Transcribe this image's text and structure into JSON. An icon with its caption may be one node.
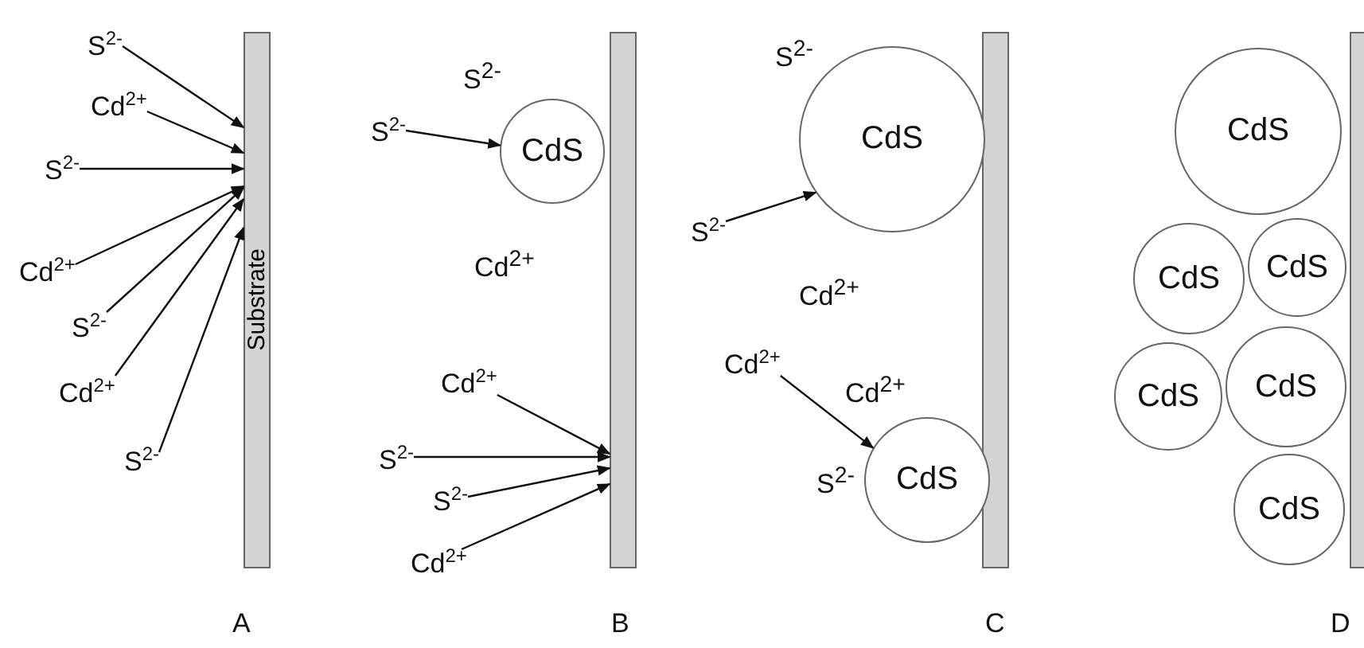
{
  "diagram": {
    "nodes": [
      {
        "text": [
          "Substrate"
        ]
      },
      {
        "text": [
          "S$^{2-}$"
        ]
      },
      {
        "text": [
          "Cd$^{2+}$"
        ]
      },
      {
        "text": [
          "S$^{2-}$"
        ]
      },
      {
        "text": [
          "Cd$^{2+}$"
        ]
      },
      {
        "text": [
          "S$^{2-}$"
        ]
      },
      {
        "text": [
          "Cd$^{2+}$"
        ]
      },
      {
        "text": [
          "S$^{2-}$"
        ]
      },
      {
        "text": [],
        "shape": "bar"
      },
      {
        "text": [
          "CdS"
        ]
      },
      {
        "text": [
          "S$^{2-}$"
        ]
      },
      {
        "text": [
          "Cd$^{2+}$"
        ]
      },
      {
        "text": [
          "S$^{2-}$"
        ]
      },
      {
        "text": [
          "S$^{2-}$"
        ]
      },
      {
        "text": [
          "Cd$^{2+}$"
        ]
      },
      {
        "text": [],
        "shape": "bar"
      },
      {
        "text": [
          "CdS"
        ]
      },
      {
        "text": [
          "S$^{2-}$"
        ]
      },
      {
        "text": [
          "Cd$^{2+}$"
        ]
      },
      {
        "text": [
          "CdS"
        ]
      },
      {
        "text": [],
        "shape": "bar"
      },
      {
        "text": [
          "CdS"
        ]
      },
      {
        "text": [
          "CdS"
        ]
      },
      {
        "text": [
          "CdS"
        ]
      },
      {
        "text": [
          "CdS"
        ]
      },
      {
        "text": [
          "CdS"
        ]
      },
      {
        "text": [
          "CdS"
        ]
      }
    ],
    "edges": [
      {
        "from": 1,
        "to": 0,
        "arrow": "to"
      },
      {
        "from": 2,
        "to": 0,
        "arrow": "to"
      },
      {
        "from": 3,
        "to": 0,
        "arrow": "to"
      },
      {
        "from": 4,
        "to": 0,
        "arrow": "to"
      },
      {
        "from": 5,
        "to": 0,
        "arrow": "to"
      },
      {
        "from": 6,
        "to": 0,
        "arrow": "to"
      },
      {
        "from": 7,
        "to": 0,
        "arrow": "to"
      },
      {
        "from": 10,
        "to": 9,
        "arrow": "to"
      },
      {
        "from": 11,
        "to": 8,
        "arrow": "to"
      },
      {
        "from": 12,
        "to": 8,
        "arrow": "to"
      },
      {
        "from": 13,
        "to": 8,
        "arrow": "to"
      },
      {
        "from": 14,
        "to": 8,
        "arrow": "to"
      },
      {
        "from": 17,
        "to": 16,
        "arrow": "to"
      },
      {
        "from": 18,
        "to": 19,
        "arrow": "to"
      }
    ],
    "labels": [
      "S$^{2-}$",
      "Cd$^{2+}$",
      "S$^{2-}$",
      "Cd$^{2+}$",
      "Cd$^{2+}$",
      "S$^{2-}$",
      "A",
      "B",
      "C",
      "D"
    ]
  }
}
